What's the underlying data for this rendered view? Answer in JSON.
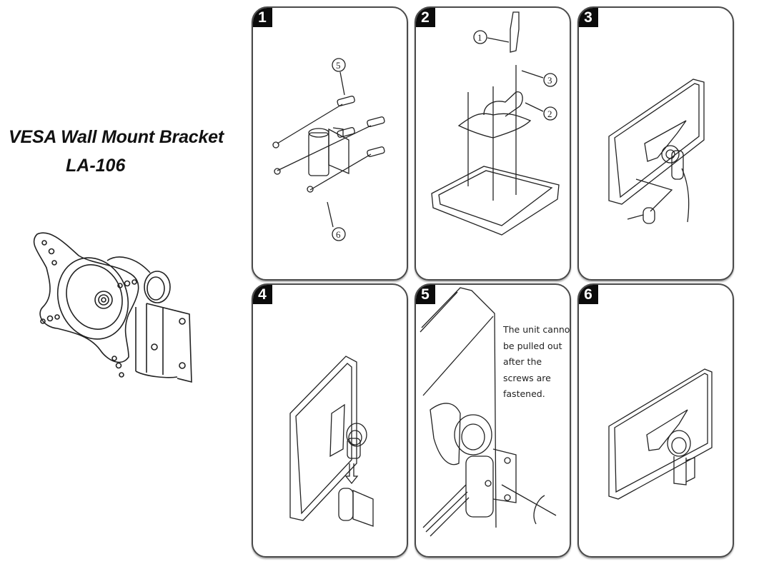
{
  "document": {
    "title": "VESA Wall Mount Bracket",
    "model": "LA-106"
  },
  "product_image": {
    "icon": "bracket-illustration"
  },
  "steps": [
    {
      "number": "1",
      "illustration": "bracket-with-anchors-and-screws",
      "callouts": [
        "5",
        "6"
      ]
    },
    {
      "number": "2",
      "illustration": "mount-assembly-onto-device-back",
      "callouts": [
        "1",
        "3",
        "2"
      ]
    },
    {
      "number": "3",
      "illustration": "device-with-mount-and-cable",
      "callouts": []
    },
    {
      "number": "4",
      "illustration": "device-lowered-onto-bracket",
      "callouts": []
    },
    {
      "number": "5",
      "illustration": "fastening-screws-closeup",
      "callouts": [],
      "note": "The unit cannot be pulled out after the screws are fastened."
    },
    {
      "number": "6",
      "illustration": "device-mounted-complete",
      "callouts": []
    }
  ],
  "colors": {
    "badge": "#0b0b0b",
    "panel_border": "#4a4a4a",
    "accent_arrow": "#6cc04a"
  }
}
